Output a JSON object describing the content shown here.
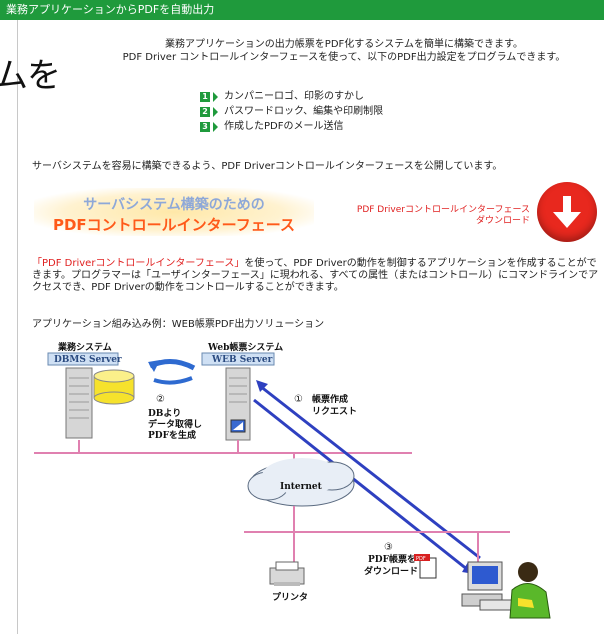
{
  "header": {
    "title": "業務アプリケーションからPDFを自動出力"
  },
  "cutoff_heading": "ムを",
  "intro": {
    "line1": "業務アプリケーションの出力帳票をPDF化するシステムを簡単に構築できます。",
    "line2": "PDF Driver コントロールインターフェースを使って、以下のPDF出力設定をプログラムできます。"
  },
  "features": [
    {
      "num": "1",
      "label": "カンパニーロゴ、印影のすかし"
    },
    {
      "num": "2",
      "label": "パスワードロック、編集や印刷制限"
    },
    {
      "num": "3",
      "label": "作成したPDFのメール送信"
    }
  ],
  "server_text": "サーバシステムを容易に構築できるよう、PDF Driverコントロールインターフェースを公開しています。",
  "banner": {
    "line1": "サーバシステム構築のための",
    "line2": "PDFコントロールインターフェース"
  },
  "download": {
    "line1": "PDF Driverコントロールインターフェース",
    "line2": "ダウンロード"
  },
  "description": {
    "highlight": "「PDF Driverコントロールインターフェース」",
    "rest": "を使って、PDF Driverの動作を制御するアプリケーションを作成することができます。プログラマーは「ユーザインターフェース」に現われる、すべての属性（またはコントロール）にコマンドラインでアクセスでき、PDF Driverの動作をコントロールすることができます。"
  },
  "example_title": "アプリケーション組み込み例：WEB帳票PDF出力ソリューション",
  "diagram": {
    "dbms_title": "業務システム",
    "dbms_label": "DBMS Server",
    "web_title": "Web帳票システム",
    "web_label": "WEB Server",
    "step1_num": "①",
    "step1_l1": "帳票作成",
    "step1_l2": "リクエスト",
    "step2_num": "②",
    "step2_l1": "DBより",
    "step2_l2": "データ取得し",
    "step2_l3": "PDFを生成",
    "step3_num": "③",
    "step3_l1": "PDF帳票を",
    "step3_l2": "ダウンロード",
    "internet": "Internet",
    "printer": "プリンタ",
    "pdf_badge": "PDF"
  }
}
